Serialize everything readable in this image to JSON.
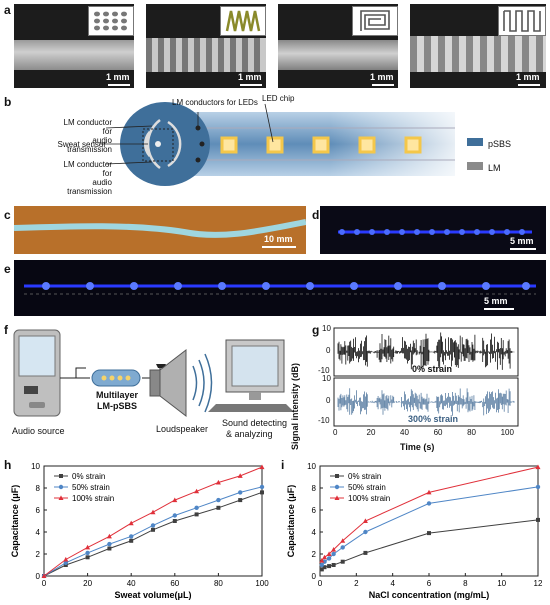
{
  "panels": {
    "a": {
      "label": "a",
      "scale": [
        "1 mm",
        "1 mm",
        "1 mm",
        "1 mm"
      ]
    },
    "b": {
      "label": "b",
      "lm_audio_top": "LM conductor for\naudio transmission",
      "sweat_sensor": "Sweat sensor",
      "lm_audio_bottom": "LM conductor for\naudio transmission",
      "lm_leds": "LM conductors for LEDs",
      "led_chip": "LED chip",
      "legend": [
        {
          "name": "pSBS",
          "color": "#3f6f9a"
        },
        {
          "name": "LM",
          "color": "#8a8a8a"
        }
      ]
    },
    "c": {
      "label": "c",
      "scale": "10 mm"
    },
    "d": {
      "label": "d",
      "scale": "5 mm"
    },
    "e": {
      "label": "e",
      "scale": "5 mm"
    },
    "f": {
      "label": "f",
      "audio_source": "Audio source",
      "device_line1": "Multilayer",
      "device_line2": "LM-pSBS",
      "loudspeaker": "Loudspeaker",
      "sound_line1": "Sound detecting",
      "sound_line2": "& analyzing"
    },
    "g": {
      "label": "g",
      "ylabel": "Signal intensity (dB)",
      "xlabel": "Time (s)",
      "top_text": "0% strain",
      "bottom_text": "300% strain",
      "yticks": [
        "10",
        "0",
        "-10"
      ],
      "xticks": [
        "0",
        "20",
        "40",
        "60",
        "80",
        "100"
      ]
    }
  },
  "chart_data": [
    {
      "id": "h",
      "type": "line",
      "xlabel": "Sweat volume(μL)",
      "ylabel": "Capacitance (μF)",
      "xlim": [
        0,
        100
      ],
      "ylim": [
        0,
        10
      ],
      "xticks": [
        0,
        20,
        40,
        60,
        80,
        100
      ],
      "yticks": [
        0,
        2,
        4,
        6,
        8,
        10
      ],
      "legend": "top-left",
      "series": [
        {
          "name": "0% strain",
          "color": "#404040",
          "marker": "square",
          "x": [
            0,
            10,
            20,
            30,
            40,
            50,
            60,
            70,
            80,
            90,
            100
          ],
          "y": [
            0.0,
            1.0,
            1.7,
            2.5,
            3.2,
            4.2,
            5.0,
            5.6,
            6.2,
            6.9,
            7.6
          ]
        },
        {
          "name": "50% strain",
          "color": "#4f86c6",
          "marker": "circle",
          "x": [
            0,
            10,
            20,
            30,
            40,
            50,
            60,
            70,
            80,
            90,
            100
          ],
          "y": [
            0.0,
            1.2,
            2.1,
            2.9,
            3.6,
            4.6,
            5.5,
            6.2,
            6.9,
            7.6,
            8.1
          ]
        },
        {
          "name": "100% strain",
          "color": "#e0303a",
          "marker": "triangle",
          "x": [
            0,
            10,
            20,
            30,
            40,
            50,
            60,
            70,
            80,
            90,
            100
          ],
          "y": [
            0.0,
            1.5,
            2.6,
            3.6,
            4.8,
            5.8,
            6.9,
            7.7,
            8.5,
            9.1,
            9.9
          ]
        }
      ]
    },
    {
      "id": "i",
      "type": "line",
      "xlabel": "NaCl concentration (mg/mL)",
      "ylabel": "Capacitance (μF)",
      "xlim": [
        0,
        12
      ],
      "ylim": [
        0,
        10
      ],
      "xticks": [
        0,
        2,
        4,
        6,
        8,
        10,
        12
      ],
      "yticks": [
        0,
        2,
        4,
        6,
        8,
        10
      ],
      "legend": "top-left",
      "series": [
        {
          "name": "0% strain",
          "color": "#404040",
          "marker": "square",
          "x": [
            0.1,
            0.25,
            0.5,
            0.75,
            1.25,
            2.5,
            6,
            12
          ],
          "y": [
            0.6,
            0.8,
            0.9,
            1.0,
            1.3,
            2.1,
            3.9,
            5.1
          ]
        },
        {
          "name": "50% strain",
          "color": "#4f86c6",
          "marker": "circle",
          "x": [
            0.1,
            0.25,
            0.5,
            0.75,
            1.25,
            2.5,
            6,
            12
          ],
          "y": [
            1.0,
            1.3,
            1.6,
            2.0,
            2.6,
            4.0,
            6.6,
            8.1
          ]
        },
        {
          "name": "100% strain",
          "color": "#e0303a",
          "marker": "triangle",
          "x": [
            0.1,
            0.25,
            0.5,
            0.75,
            1.25,
            2.5,
            6,
            12
          ],
          "y": [
            1.4,
            1.7,
            2.0,
            2.4,
            3.2,
            5.0,
            7.6,
            9.9
          ]
        }
      ]
    }
  ]
}
